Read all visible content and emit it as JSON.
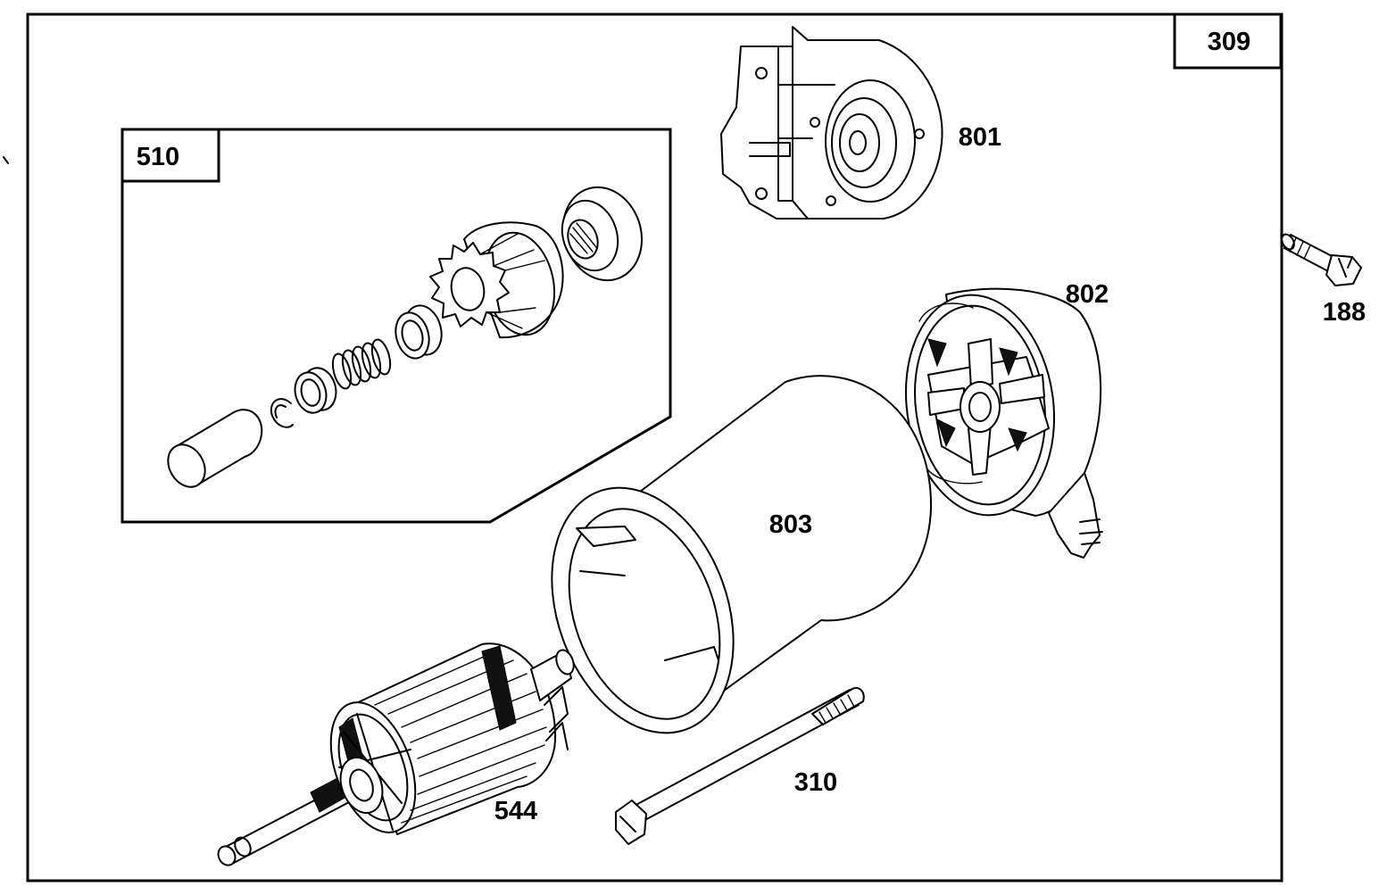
{
  "diagram": {
    "assembly_label": "309",
    "labels": {
      "p188": "188",
      "p310": "310",
      "p510": "510",
      "p544": "544",
      "p801": "801",
      "p802": "802",
      "p803": "803"
    }
  }
}
